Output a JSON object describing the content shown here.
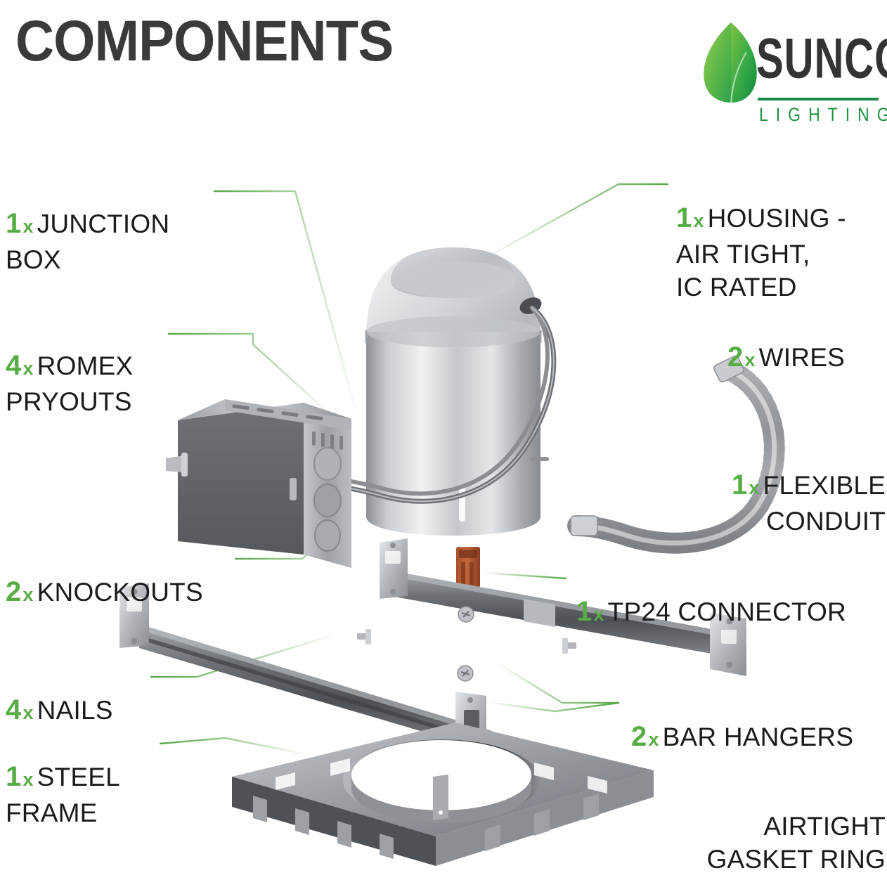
{
  "header": {
    "title": "COMPONENTS",
    "logo": {
      "brand": "SUNCO",
      "tagline": "LIGHTING",
      "leaf_icon": "leaf-icon",
      "brand_color": "#333333",
      "green": "#23913f"
    }
  },
  "accent_green": "#57ad45",
  "leader_green": "#5aa84a",
  "callouts": [
    {
      "id": "junction-box",
      "qty": "1",
      "times": "x",
      "label": "JUNCTION\nBOX"
    },
    {
      "id": "romex-pryouts",
      "qty": "4",
      "times": "x",
      "label": "ROMEX\nPRYOUTS"
    },
    {
      "id": "knockouts",
      "qty": "2",
      "times": "x",
      "label": "KNOCKOUTS"
    },
    {
      "id": "nails",
      "qty": "4",
      "times": "x",
      "label": "NAILS"
    },
    {
      "id": "steel-frame",
      "qty": "1",
      "times": "x",
      "label": "STEEL\nFRAME"
    },
    {
      "id": "housing",
      "qty": "1",
      "times": "x",
      "label": "HOUSING -\nAIR TIGHT,\nIC RATED"
    },
    {
      "id": "wires",
      "qty": "2",
      "times": "x",
      "label": "WIRES"
    },
    {
      "id": "flexible-conduit",
      "qty": "1",
      "times": "x",
      "label": "FLEXIBLE\nCONDUIT"
    },
    {
      "id": "tp24-connector",
      "qty": "1",
      "times": "x",
      "label": "TP24 CONNECTOR"
    },
    {
      "id": "bar-hangers",
      "qty": "2",
      "times": "x",
      "label": "BAR HANGERS"
    },
    {
      "id": "airtight-gasket",
      "qty": "",
      "times": "",
      "label": "AIRTIGHT\nGASKET RING"
    }
  ],
  "parts": {
    "housing": "recessed-can-housing",
    "junction_box": "junction-box",
    "conduit": "flexible-conduit",
    "tp24": "tp24-connector",
    "bar_hanger_upper": "bar-hanger",
    "bar_hanger_lower": "bar-hanger",
    "steel_frame": "steel-frame",
    "gasket_ring": "airtight-gasket-ring",
    "nails": "nail"
  }
}
